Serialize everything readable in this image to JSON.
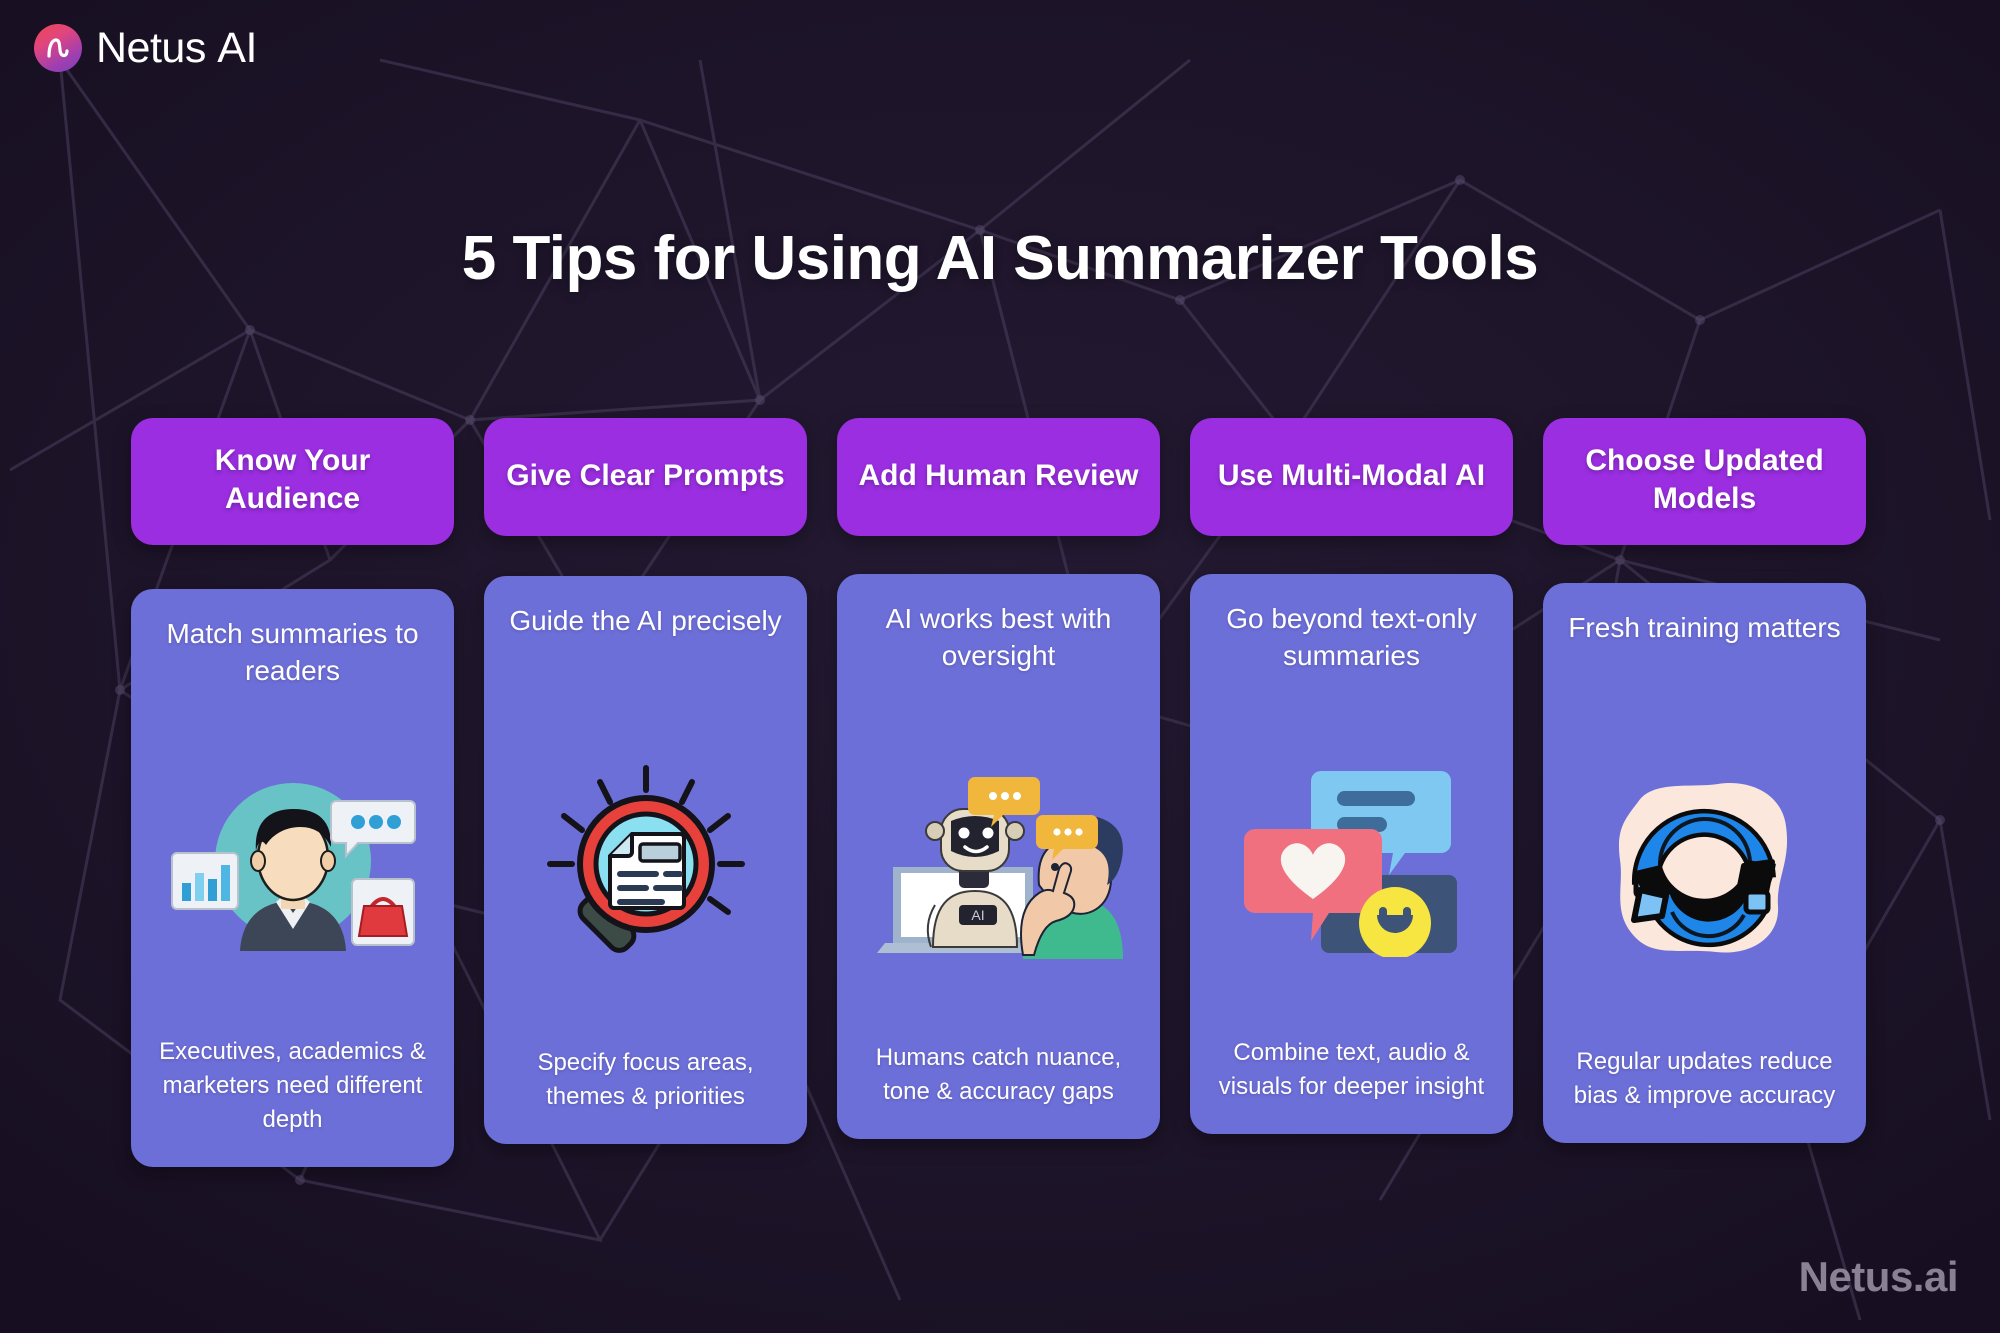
{
  "brand": {
    "logo_text_primary": "Netus",
    "logo_text_secondary": "AI",
    "logo_mark_icon": "netus-n-mark-icon",
    "watermark": "Netus.ai",
    "accent_purple": "#9a2ee0",
    "card_indigo": "#6d6fd9",
    "background": "#1d1429"
  },
  "title": "5 Tips for Using AI Summarizer Tools",
  "columns": [
    {
      "header": "Know Your Audience",
      "subtitle": "Match summaries to readers",
      "illustration": "audience-persona-illustration",
      "caption": "Executives, academics & marketers need different depth"
    },
    {
      "header": "Give Clear Prompts",
      "subtitle": "Guide the AI precisely",
      "illustration": "magnifier-document-illustration",
      "caption": "Specify focus areas, themes & priorities"
    },
    {
      "header": "Add Human Review",
      "subtitle": "AI works best with oversight",
      "illustration": "robot-human-conversation-illustration",
      "caption": "Humans catch nuance, tone & accuracy gaps"
    },
    {
      "header": "Use Multi-Modal AI",
      "subtitle": "Go beyond text-only summaries",
      "illustration": "chat-bubbles-multimedia-illustration",
      "caption": "Combine text, audio & visuals for deeper insight"
    },
    {
      "header": "Choose Updated Models",
      "subtitle": "Fresh training matters",
      "illustration": "refresh-sync-arrows-illustration",
      "caption": "Regular updates reduce bias & improve accuracy"
    }
  ]
}
